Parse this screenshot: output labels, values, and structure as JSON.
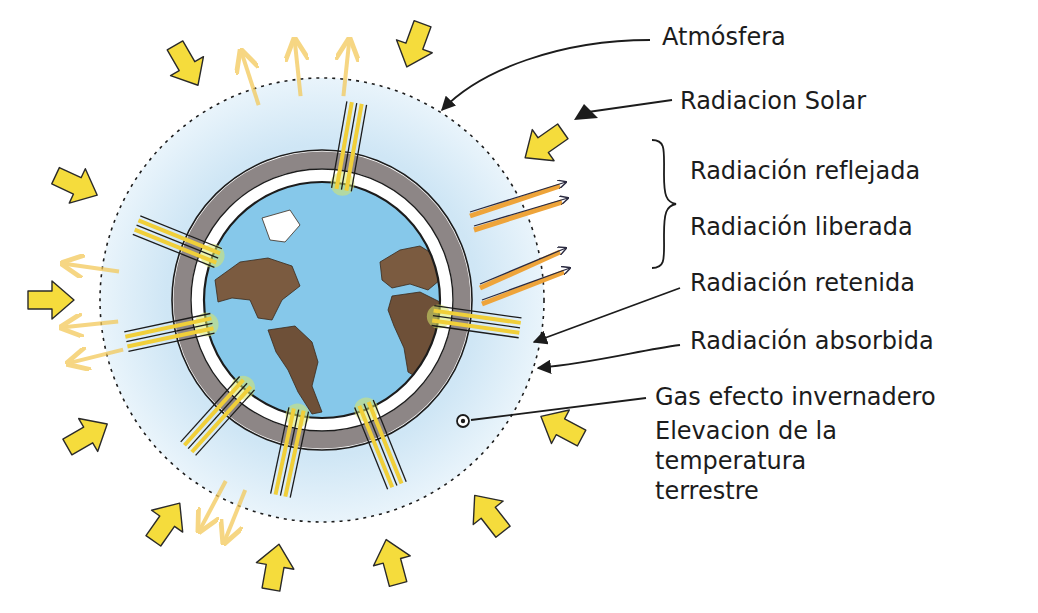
{
  "diagram": {
    "labels": [
      "Atmósfera",
      "Radiacion Solar",
      "Radiación reflejada",
      "Radiación liberada",
      "Radiación retenida",
      "Radiación absorbida",
      "Gas efecto invernadero",
      "Elevacion de la temperatura terrestre"
    ]
  }
}
